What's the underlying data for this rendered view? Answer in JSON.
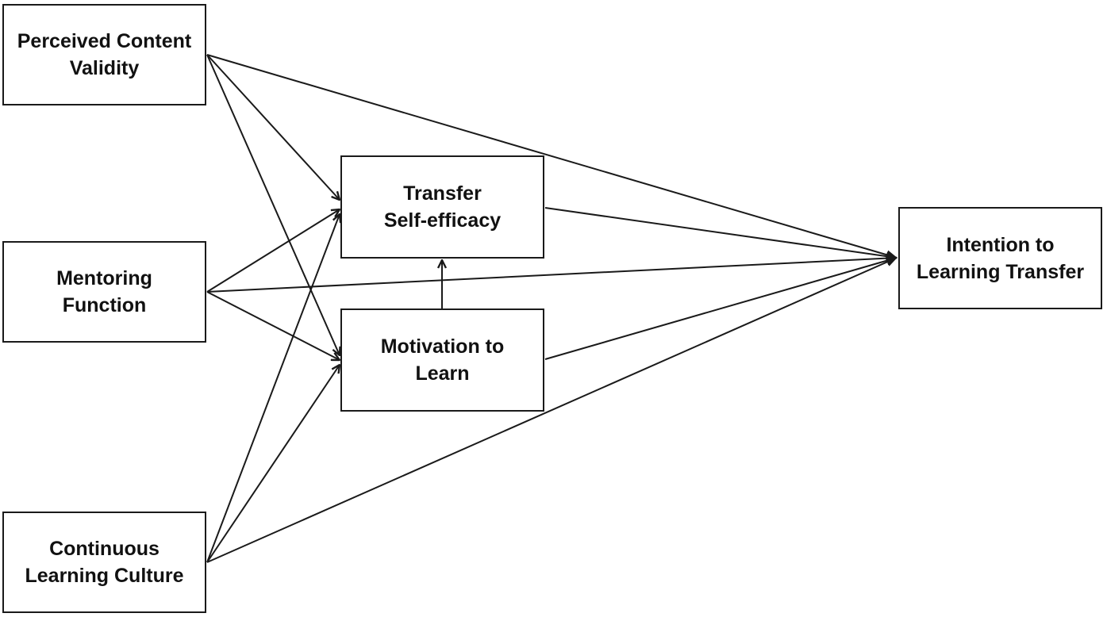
{
  "diagram": {
    "nodes": {
      "perceived_content_validity": {
        "line1": "Perceived Content",
        "line2": "Validity"
      },
      "mentoring_function": {
        "line1": "Mentoring",
        "line2": "Function"
      },
      "continuous_learning_culture": {
        "line1": "Continuous",
        "line2": "Learning Culture"
      },
      "transfer_self_efficacy": {
        "line1": "Transfer",
        "line2": "Self-efficacy"
      },
      "motivation_to_learn": {
        "line1": "Motivation to",
        "line2": "Learn"
      },
      "intention_to_learning_transfer": {
        "line1": "Intention to",
        "line2": "Learning Transfer"
      }
    },
    "edges": [
      {
        "from": "perceived_content_validity",
        "to": "intention_to_learning_transfer"
      },
      {
        "from": "perceived_content_validity",
        "to": "transfer_self_efficacy"
      },
      {
        "from": "perceived_content_validity",
        "to": "motivation_to_learn"
      },
      {
        "from": "mentoring_function",
        "to": "transfer_self_efficacy"
      },
      {
        "from": "mentoring_function",
        "to": "motivation_to_learn"
      },
      {
        "from": "mentoring_function",
        "to": "intention_to_learning_transfer"
      },
      {
        "from": "continuous_learning_culture",
        "to": "transfer_self_efficacy"
      },
      {
        "from": "continuous_learning_culture",
        "to": "motivation_to_learn"
      },
      {
        "from": "continuous_learning_culture",
        "to": "intention_to_learning_transfer"
      },
      {
        "from": "transfer_self_efficacy",
        "to": "intention_to_learning_transfer"
      },
      {
        "from": "motivation_to_learn",
        "to": "intention_to_learning_transfer"
      },
      {
        "from": "motivation_to_learn",
        "to": "transfer_self_efficacy"
      }
    ],
    "colors": {
      "line": "#1a1a1a",
      "box_border": "#1a1a1a",
      "text": "#111111",
      "background": "#ffffff"
    }
  }
}
